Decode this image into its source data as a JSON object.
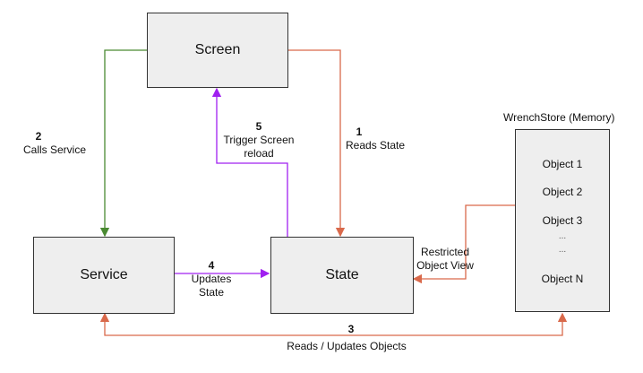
{
  "nodes": {
    "screen": "Screen",
    "service": "Service",
    "state": "State"
  },
  "store": {
    "title": "WrenchStore (Memory)",
    "items": [
      "Object 1",
      "Object 2",
      "Object 3",
      "...",
      "...",
      "Object N"
    ]
  },
  "edges": {
    "calls_service": {
      "number": "2",
      "text": "Calls  Service"
    },
    "reads_state": {
      "number": "1",
      "text": "Reads State"
    },
    "trigger_reload": {
      "number": "5",
      "line1": "Trigger Screen",
      "line2": "reload"
    },
    "updates_state": {
      "number": "4",
      "line1": "Updates",
      "line2": "State"
    },
    "restricted_view": {
      "line1": "Restricted",
      "line2": "Object View"
    },
    "reads_updates_objects": {
      "number": "3",
      "text": "Reads / Updates Objects"
    }
  },
  "colors": {
    "green": "#4a8a32",
    "red": "#d9694b",
    "purple": "#a020f0",
    "box_fill": "#eeeeee",
    "highlight": "#e07a55"
  }
}
